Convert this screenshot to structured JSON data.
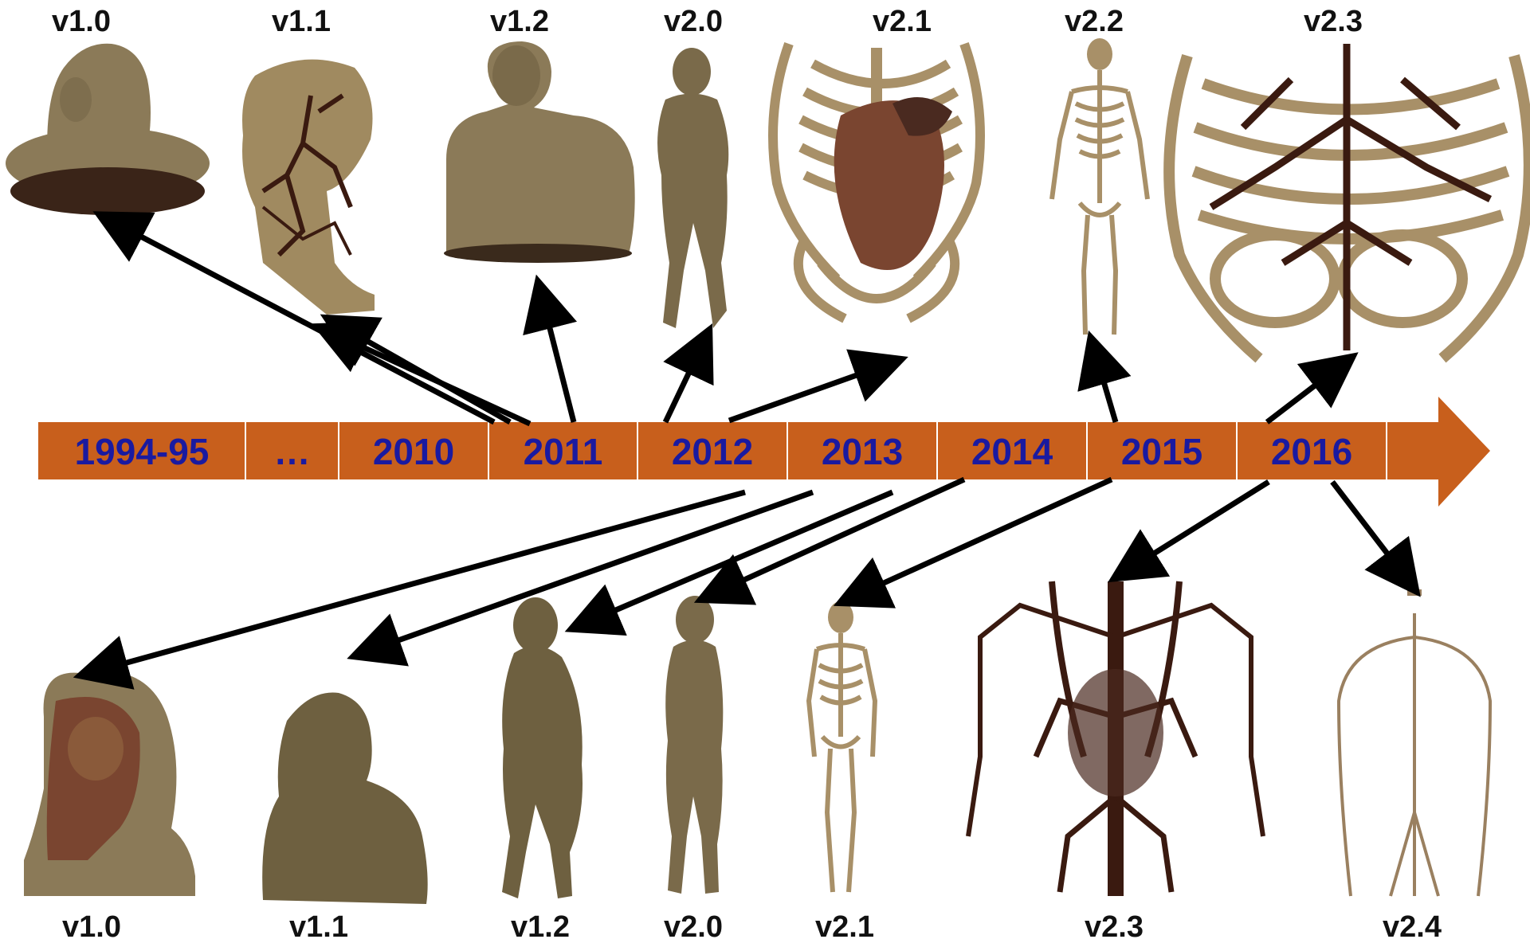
{
  "colors": {
    "timeline": "#c85f1c",
    "year_text": "#1a1aa0",
    "skin": "#8b7a58",
    "skin_dark": "#6e6040",
    "bone": "#a89068",
    "vessel": "#3a1a10",
    "organ": "#7a4530",
    "arrow": "#000000"
  },
  "timeline": {
    "segments": [
      "1994-95",
      "…",
      "2010",
      "2011",
      "2012",
      "2013",
      "2014",
      "2015",
      "2016",
      ""
    ]
  },
  "top_models": [
    {
      "label": "v1.0",
      "figure": "head-bust"
    },
    {
      "label": "v1.1",
      "figure": "head-vessels"
    },
    {
      "label": "v1.2",
      "figure": "torso-bust"
    },
    {
      "label": "v2.0",
      "figure": "full-body"
    },
    {
      "label": "v2.1",
      "figure": "ribcage-organs"
    },
    {
      "label": "v2.2",
      "figure": "skeleton"
    },
    {
      "label": "v2.3",
      "figure": "ribcage-vessels"
    }
  ],
  "bottom_models": [
    {
      "label": "v1.0",
      "figure": "head-section"
    },
    {
      "label": "v1.1",
      "figure": "bust"
    },
    {
      "label": "v1.2",
      "figure": "full-body"
    },
    {
      "label": "v2.0",
      "figure": "full-body"
    },
    {
      "label": "v2.1",
      "figure": "skeleton"
    },
    {
      "label": "v2.3",
      "figure": "vessel-tree"
    },
    {
      "label": "v2.4",
      "figure": "vessel-lines"
    }
  ]
}
